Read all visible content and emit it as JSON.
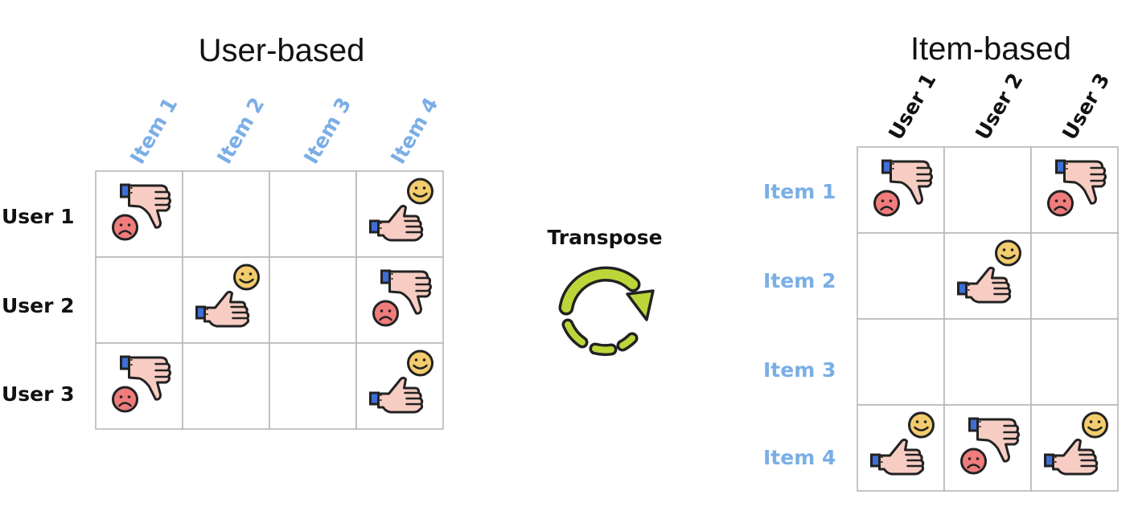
{
  "user_based": {
    "title": "User-based",
    "columns": [
      "Item 1",
      "Item 2",
      "Item 3",
      "Item 4"
    ],
    "rows": [
      "User 1",
      "User 2",
      "User 3"
    ],
    "cells": [
      [
        "dislike",
        "",
        "",
        "like"
      ],
      [
        "",
        "like",
        "",
        "dislike"
      ],
      [
        "dislike",
        "",
        "",
        "like"
      ]
    ]
  },
  "transpose": {
    "label": "Transpose",
    "icon": "rotate-arrow-icon",
    "color": "#bcd63a"
  },
  "item_based": {
    "title": "Item-based",
    "columns": [
      "User 1",
      "User 2",
      "User 3"
    ],
    "rows": [
      "Item 1",
      "Item 2",
      "Item 3",
      "Item 4"
    ],
    "cells": [
      [
        "dislike",
        "",
        "dislike"
      ],
      [
        "",
        "like",
        ""
      ],
      [
        "",
        "",
        ""
      ],
      [
        "like",
        "dislike",
        "like"
      ]
    ]
  },
  "colors": {
    "item_label": "#7aaee6",
    "user_label": "#111111",
    "grid_line": "#b7b7b7",
    "hand": "#f7cdc3",
    "cuff": "#3f6fd6",
    "smiley": "#f3cc6e",
    "sad": "#f07c7c"
  }
}
